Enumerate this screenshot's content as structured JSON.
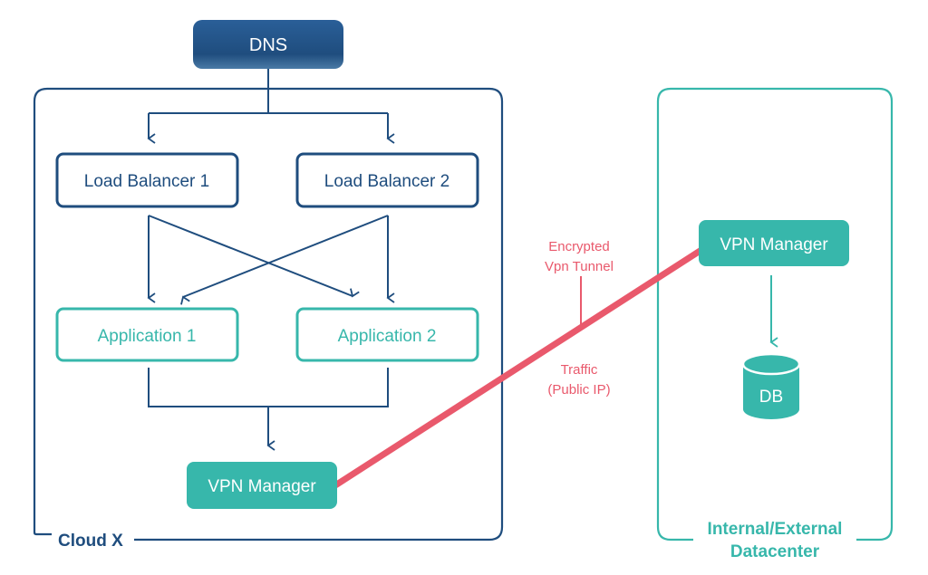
{
  "colors": {
    "navy": "#1f4d7e",
    "navy_top": "#2a5f98",
    "teal": "#37b7ab",
    "teal_dark": "#2aa79b",
    "tunnel": "#e9596c",
    "white": "#ffffff"
  },
  "nodes": {
    "dns": "DNS",
    "load_balancer_1": "Load Balancer 1",
    "load_balancer_2": "Load Balancer 2",
    "application_1": "Application 1",
    "application_2": "Application 2",
    "vpn_manager_cloud": "VPN Manager",
    "vpn_manager_datacenter": "VPN Manager",
    "db": "DB"
  },
  "groups": {
    "cloud": "Cloud X",
    "datacenter_line1": "Internal/External",
    "datacenter_line2": "Datacenter"
  },
  "tunnel": {
    "label_top_line1": "Encrypted",
    "label_top_line2": "Vpn Tunnel",
    "label_bottom_line1": "Traffic",
    "label_bottom_line2": "(Public IP)"
  }
}
